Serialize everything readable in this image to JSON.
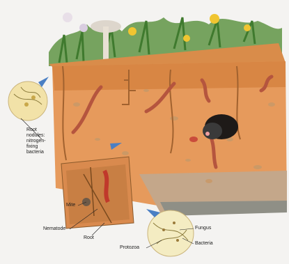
{
  "labels": {
    "root_nodules": [
      "Root",
      "nodules:",
      "nitrogen-",
      "fixing",
      "bacteria"
    ],
    "mite": "Mite",
    "nematode": "Nematode",
    "root": "Root",
    "protozoa": "Protozoa",
    "fungus": "Fungus",
    "bacteria": "Bacteria"
  },
  "colors": {
    "soil_top": "#d98c4a",
    "soil_front": "#e69a5c",
    "soil_side": "#c9763a",
    "clay_layer": "#b9a592",
    "grass": "#4f8a3a",
    "flower": "#f0c531",
    "arrow": "#4a7fc4",
    "mole": "#3a3a3a"
  }
}
